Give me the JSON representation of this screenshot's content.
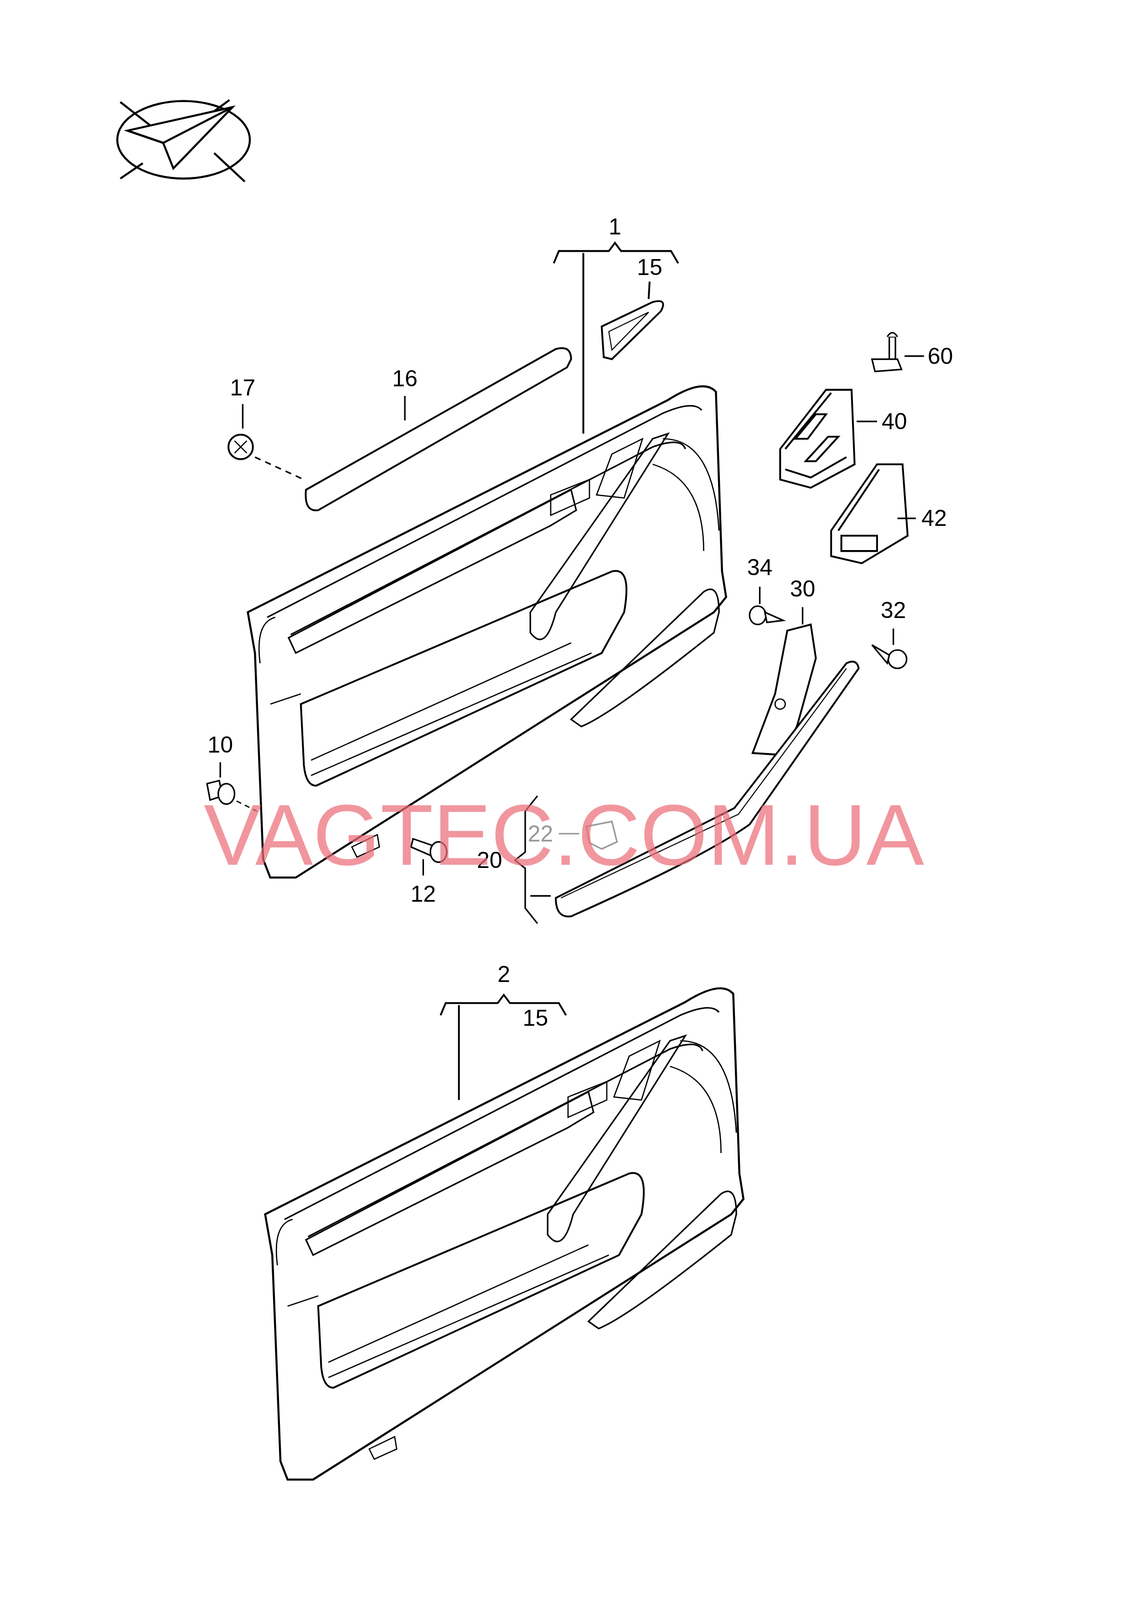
{
  "diagram": {
    "labels": [
      "1",
      "15",
      "16",
      "17",
      "60",
      "40",
      "42",
      "34",
      "30",
      "32",
      "10",
      "22",
      "20",
      "12",
      "2",
      "15",
      "VAGTEC.COM.UA"
    ]
  }
}
